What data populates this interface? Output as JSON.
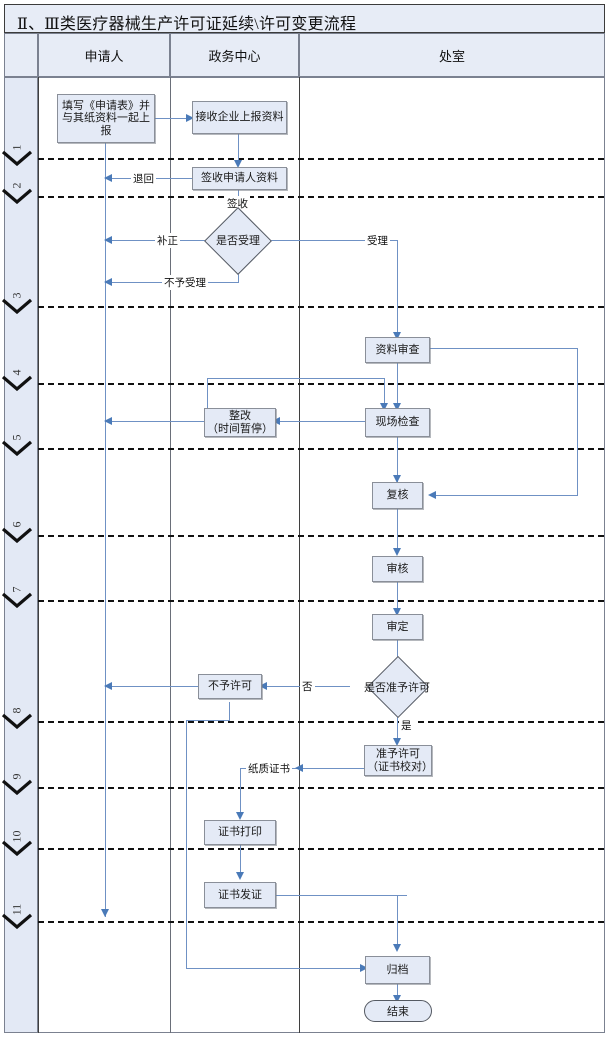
{
  "document": {
    "title": "Ⅱ、Ⅲ类医疗器械生产许可证延续\\许可变更流程"
  },
  "columns": [
    {
      "key": "step",
      "label": ""
    },
    {
      "key": "applicant",
      "label": "申请人"
    },
    {
      "key": "affairs_center",
      "label": "政务中心"
    },
    {
      "key": "office",
      "label": "处室"
    }
  ],
  "steps": [
    {
      "n": "1"
    },
    {
      "n": "2"
    },
    {
      "n": "3"
    },
    {
      "n": "4"
    },
    {
      "n": "5"
    },
    {
      "n": "6"
    },
    {
      "n": "7"
    },
    {
      "n": "8"
    },
    {
      "n": "9"
    },
    {
      "n": "10"
    },
    {
      "n": "11"
    }
  ],
  "nodes": {
    "fill_form": "填写《申请表》并与其纸资料一起上报",
    "receive_materials": "接收企业上报资料",
    "sign_receipt": "签收申请人资料",
    "accept_decision": "是否受理",
    "material_review": "资料审查",
    "rectify": "整改\n（时间暂停）",
    "rectify_line1": "整改",
    "rectify_line2": "（时间暂停）",
    "onsite_check": "现场检查",
    "recheck": "复核",
    "audit": "审核",
    "approve_decide": "审定",
    "permit_decision": "是否准予许可",
    "no_permit": "不予许可",
    "grant_permit_line1": "准予许可",
    "grant_permit_line2": "（证书校对）",
    "print_cert": "证书打印",
    "issue_cert": "证书发证",
    "archive": "归档",
    "end": "结束"
  },
  "edge_labels": {
    "return": "退回",
    "signed": "签收",
    "supplement": "补正",
    "not_accepted": "不予受理",
    "accepted": "受理",
    "no": "否",
    "yes": "是",
    "paper_cert": "纸质证书"
  },
  "colors": {
    "header_fill": "#e7ecf6",
    "node_fill": "#e4eaf6",
    "node_border": "#8a8f99",
    "connector": "#6f91c4",
    "arrow": "#4a7ab8",
    "table_border": "#3b3b3b",
    "dash_line": "#111111"
  }
}
